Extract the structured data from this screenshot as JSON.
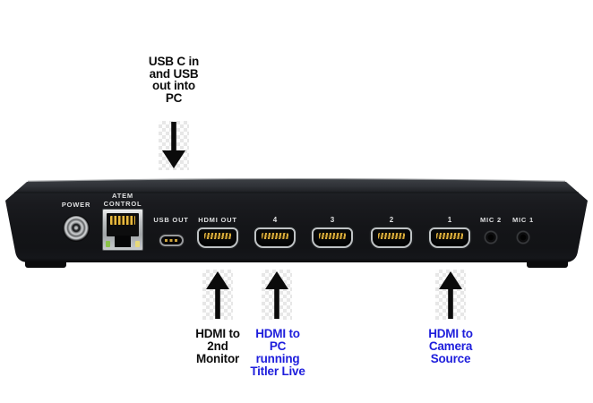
{
  "figure": {
    "description_colors": {
      "annotation_blue": "#1e1edc",
      "annotation_black": "#0d0d0d",
      "device_body": "#17181a",
      "port_silver": "#bfc3c5",
      "pin_gold": "#d9ad3c",
      "led_green": "#8bc34a",
      "led_amber": "#e6d87a"
    }
  },
  "annotations": {
    "usb_note": {
      "lines": [
        "USB C in",
        "and USB",
        "out into",
        "PC"
      ]
    },
    "monitor_note": {
      "lines": [
        "HDMI to",
        "2nd",
        "Monitor"
      ]
    },
    "titler_note": {
      "lines": [
        "HDMI to",
        "PC",
        "running",
        "Titler Live"
      ]
    },
    "camera_note": {
      "lines": [
        "HDMI to",
        "Camera",
        "Source"
      ]
    }
  },
  "device": {
    "power_label": "POWER",
    "atem_label": {
      "line1": "ATEM",
      "line2": "CONTROL"
    },
    "usb_out_label": "USB OUT",
    "hdmi_out_label": "HDMI OUT",
    "input_labels": [
      "4",
      "3",
      "2",
      "1"
    ],
    "mic_labels": [
      "MIC 2",
      "MIC 1"
    ]
  }
}
